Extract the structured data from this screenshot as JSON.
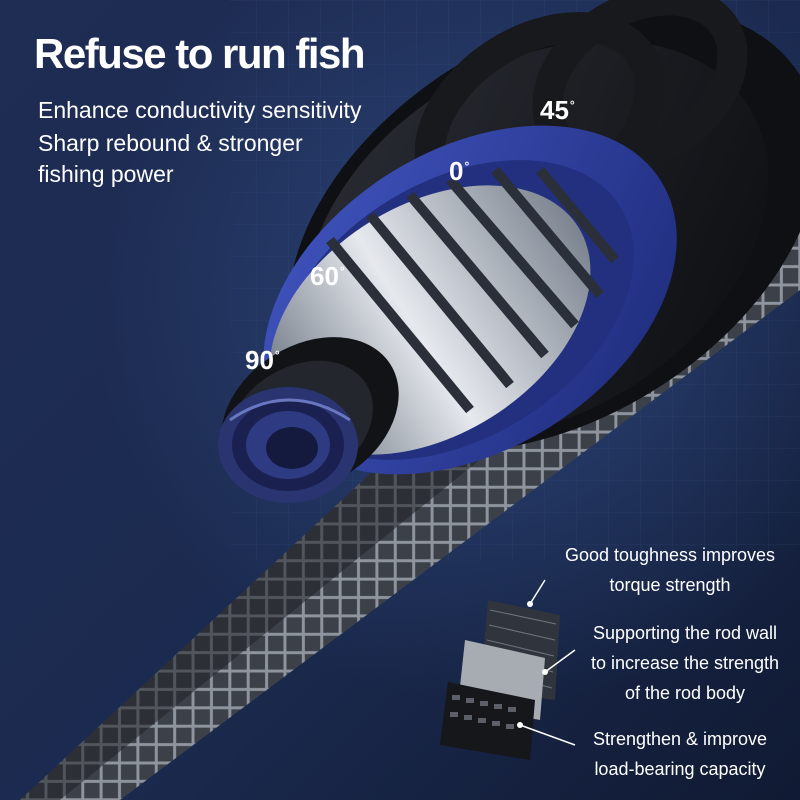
{
  "headline": "Refuse to run fish",
  "features": [
    "Enhance conductivity sensitivity",
    "Sharp rebound & stronger",
    "fishing power"
  ],
  "angles": {
    "a45": "45",
    "a0": "0",
    "a60": "60",
    "a90": "90",
    "degree_symbol": "°"
  },
  "callouts": {
    "toughness": {
      "line1": "Good toughness improves",
      "line2": "torque strength"
    },
    "support": {
      "line1": "Supporting the rod wall",
      "line2": "to increase the strength",
      "line3": "of the rod body"
    },
    "loadbearing": {
      "line1": "Strengthen & improve",
      "line2": "load-bearing capacity"
    }
  },
  "colors": {
    "background": "#1c2a4c",
    "carbon": "#1a1a1e",
    "blue_layer": "#3347a8",
    "silver_layer": "#c9ced6",
    "rod_pattern": "#8a9098"
  }
}
